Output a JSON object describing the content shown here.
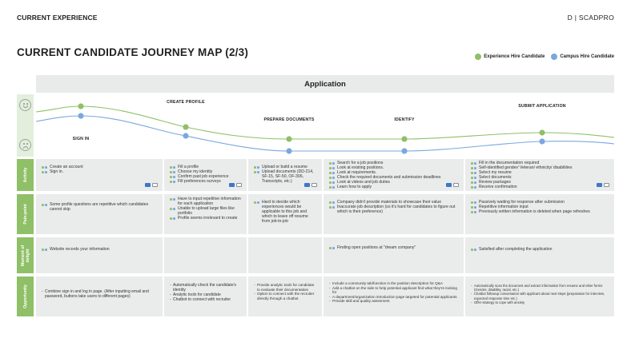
{
  "header": {
    "section": "CURRENT EXPERIENCE",
    "brand": "D | SCADPRO",
    "title": "CURRENT CANDIDATE JOURNEY MAP (2/3)"
  },
  "legend": [
    {
      "label": "Experience Hire Candidate",
      "color": "#8fc067"
    },
    {
      "label": "Campus Hire Candidate",
      "color": "#7aa8dd"
    }
  ],
  "phase": "Application",
  "stages": [
    "SIGN IN",
    "CREATE PROFILE",
    "PREPARE DOCUMENTS",
    "IDENTIFY",
    "SUBMIT APPLICATION"
  ],
  "row_labels": [
    "Activity",
    "Pain-point",
    "Moment of delight",
    "Opportunity"
  ],
  "activity": [
    [
      "Create an account",
      "Sign in."
    ],
    [
      "Fill a profile",
      "Choose my identity",
      "Confirm past job experience",
      "Fill preferences surveys"
    ],
    [
      "Upload or build a resume",
      "Upload documents (DD-214, SF-15, SF-50, OF-306, Transcripts, etc.)"
    ],
    [
      "Search for a job positions",
      "Look at existing positions.",
      "Look at requirements.",
      "Check the required documents and submission deadlines",
      "Look at videos and job duties",
      "Learn how to apply"
    ],
    [
      "Fill in the documentation required",
      "Self-identified gender/ Veteran/ ethnicity/ disabilities",
      "Select my resume",
      "Select documents",
      "Review packages",
      "Receive confirmation"
    ]
  ],
  "painpoints": [
    [
      "Some profile questions are repetitive which candidates cannot skip"
    ],
    [
      "Have to input repetitive information for each application",
      "Unable to upload large files like portfolio",
      "Profile seems irrelevant to create"
    ],
    [
      "Hard to decide which experiences would be applicable to this job and which to leave off resume from job-to-job"
    ],
    [
      "Company didn't provide materials to showcase their value",
      "Inaccurate job description (so it's hard for candidates to figure out which is their preference)"
    ],
    [
      "Passively waiting for response after submission",
      "Repetitive information input",
      "Previously written information is deleted when page refreshes"
    ]
  ],
  "delight": [
    [
      "Website records your information"
    ],
    [],
    [],
    [
      "Finding open positions at \"dream company\""
    ],
    [
      "Satisfied after completing the application"
    ]
  ],
  "opportunity": [
    [
      "Combine sign in and log in page. (After inputting email and password, buttons take users to different pages)"
    ],
    [
      "Automatically check the candidate's identity",
      "Analytic tools for candidate",
      "Chatbot to connect with recruiter"
    ],
    [
      "Provide analytic tools for candidate to evaluate their documentation",
      "Option to connect with the recruiter directly through a chatbot"
    ],
    [
      "Include a community tab/function in the position description for Q&A",
      "Add a chatbot on the side to help potential applicant find what they're looking for",
      "A department/organization introduction page targeted for potential applicants",
      "Provide skill and quality assesment"
    ],
    [
      "Automatically scan the document and extract information from resume and other forms (Gender, disability, racial, etc.)",
      "Chatbot followup conversation with applicant about next steps (preparation for interview, expected response time etc.)",
      "Offer strategy to cope with anxiety"
    ]
  ]
}
